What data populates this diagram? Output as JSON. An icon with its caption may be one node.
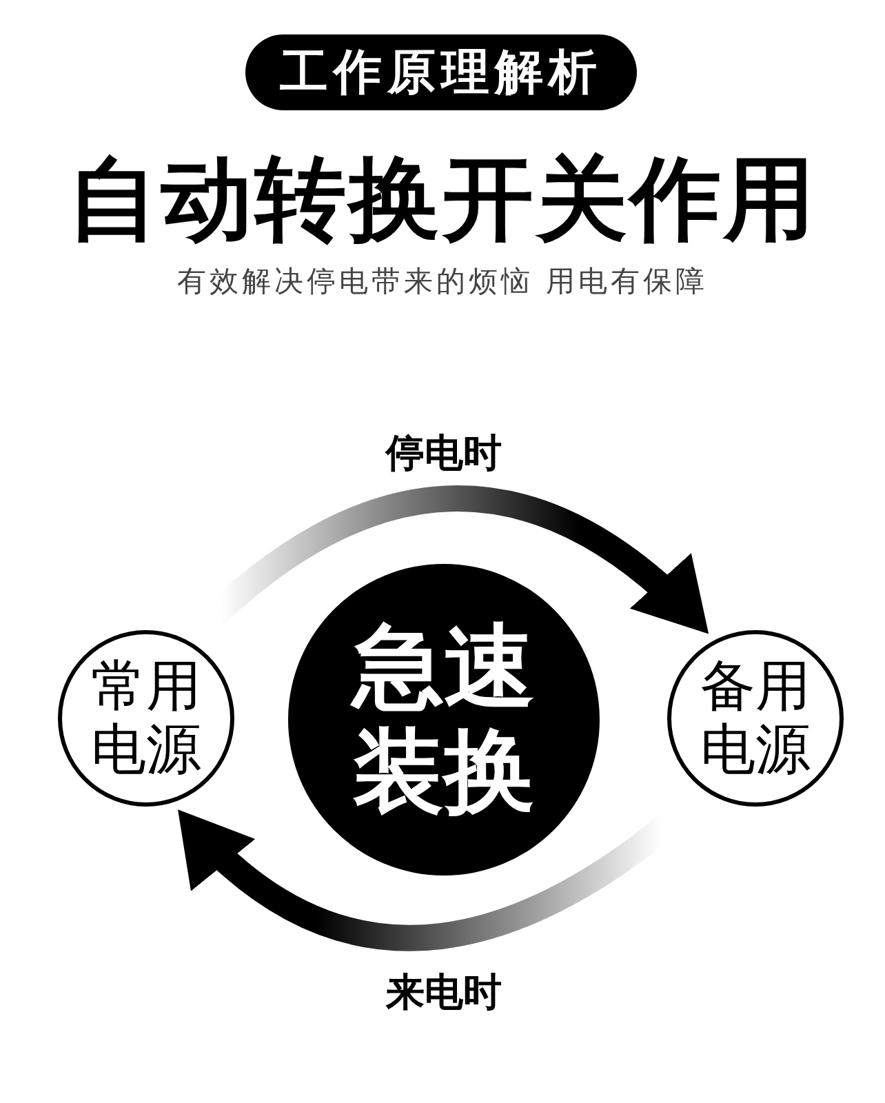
{
  "diagram": {
    "title": "自动转换开关作用",
    "nodes": [
      {
        "text": [
          "工作原理解析"
        ]
      },
      {
        "text": [
          "常用电源"
        ]
      },
      {
        "text": [
          "急速装换"
        ]
      },
      {
        "text": [
          "备用电源"
        ]
      }
    ],
    "edges": [
      {
        "from": 1,
        "to": 3,
        "arrow": "to",
        "label": "停电时"
      },
      {
        "from": 3,
        "to": 1,
        "arrow": "to",
        "label": "来电时"
      }
    ],
    "labels": [
      "有效解决停电带来的烦恼 用电有保障"
    ]
  }
}
